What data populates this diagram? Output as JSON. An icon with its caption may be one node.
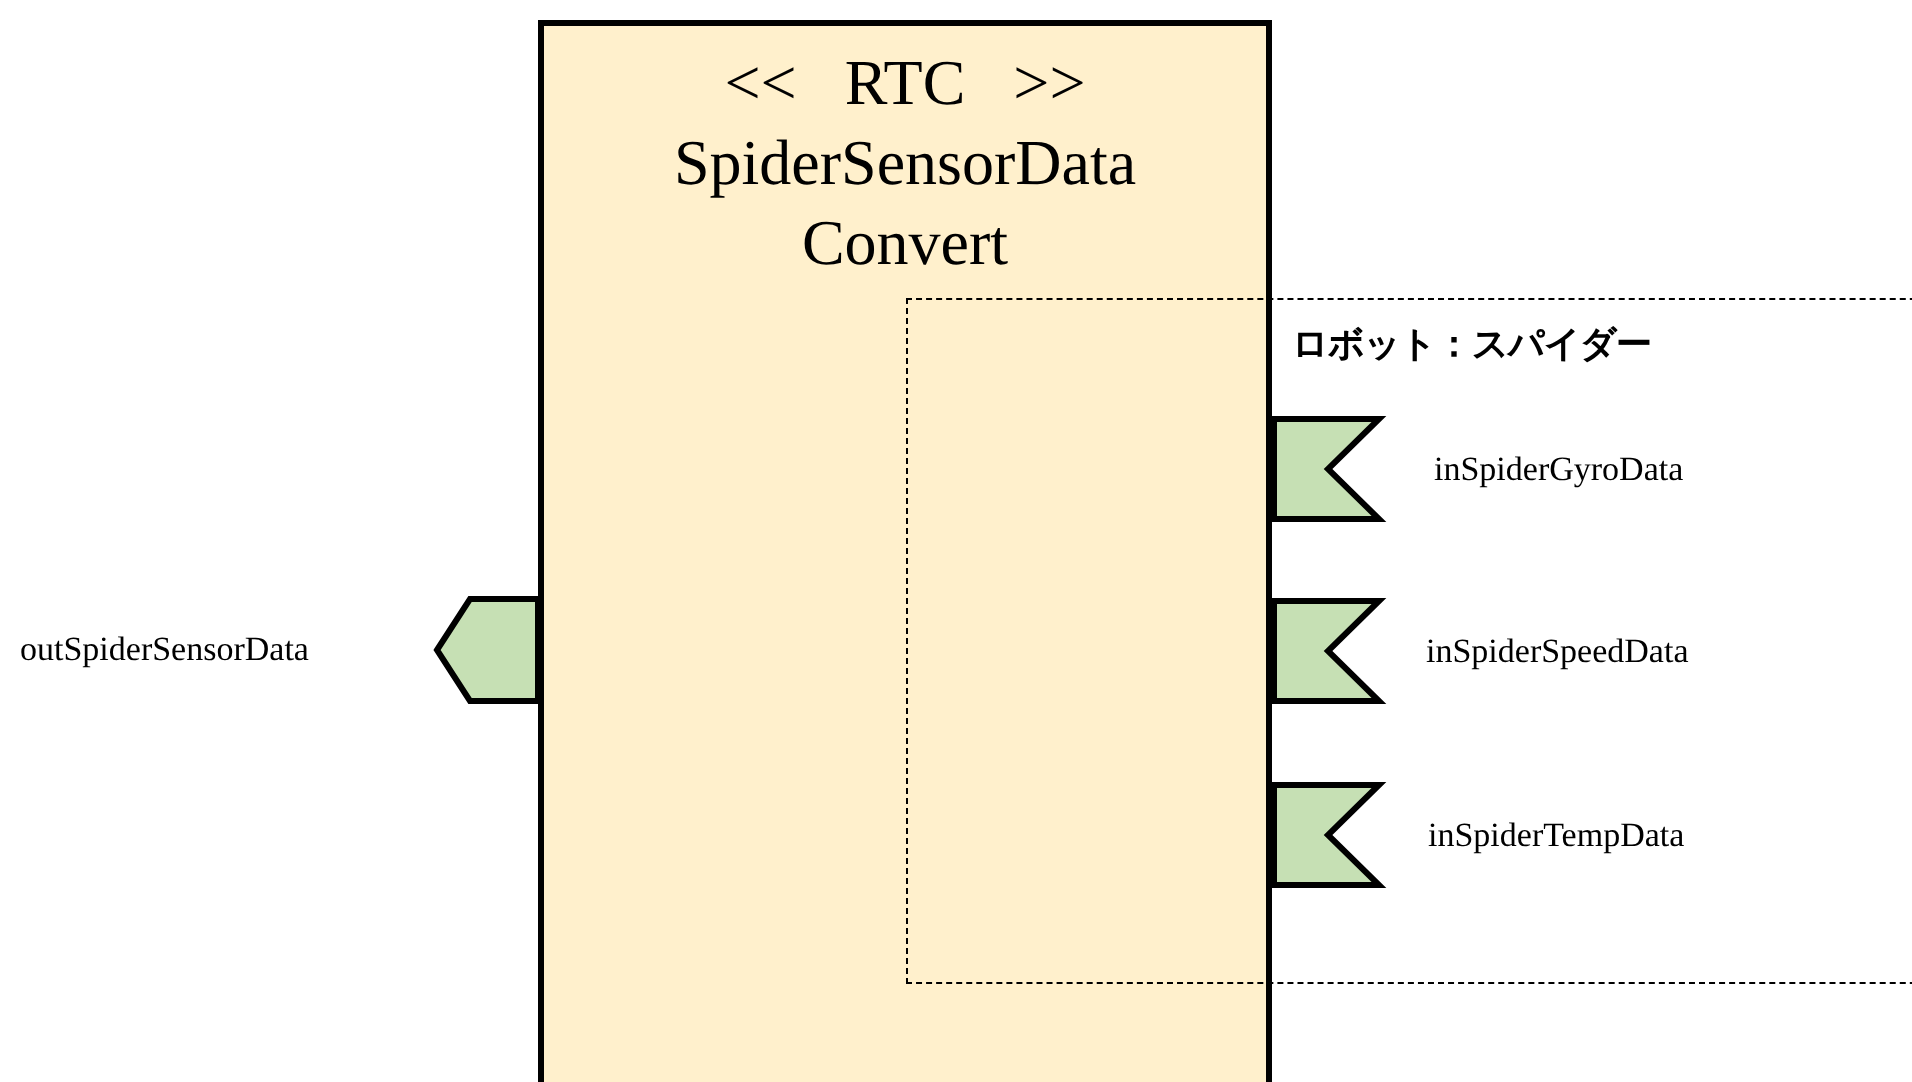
{
  "diagram": {
    "nodes": [
      {
        "text": [
          "<<   RTC   >>",
          "SpiderSensorData Convert"
        ]
      },
      {
        "text": [
          "ロボット：スパイダー"
        ]
      },
      {
        "text": [],
        "shape": "pentagon",
        "beside": [
          "outSpiderSensorData"
        ]
      },
      {
        "text": [],
        "shape": "flag",
        "in": 1,
        "beside": [
          "inSpiderGyroData"
        ]
      },
      {
        "text": [],
        "shape": "flag",
        "in": 1,
        "beside": [
          "inSpiderSpeedData"
        ]
      },
      {
        "text": [],
        "shape": "flag",
        "in": 1,
        "beside": [
          "inSpiderTempData"
        ]
      }
    ]
  }
}
